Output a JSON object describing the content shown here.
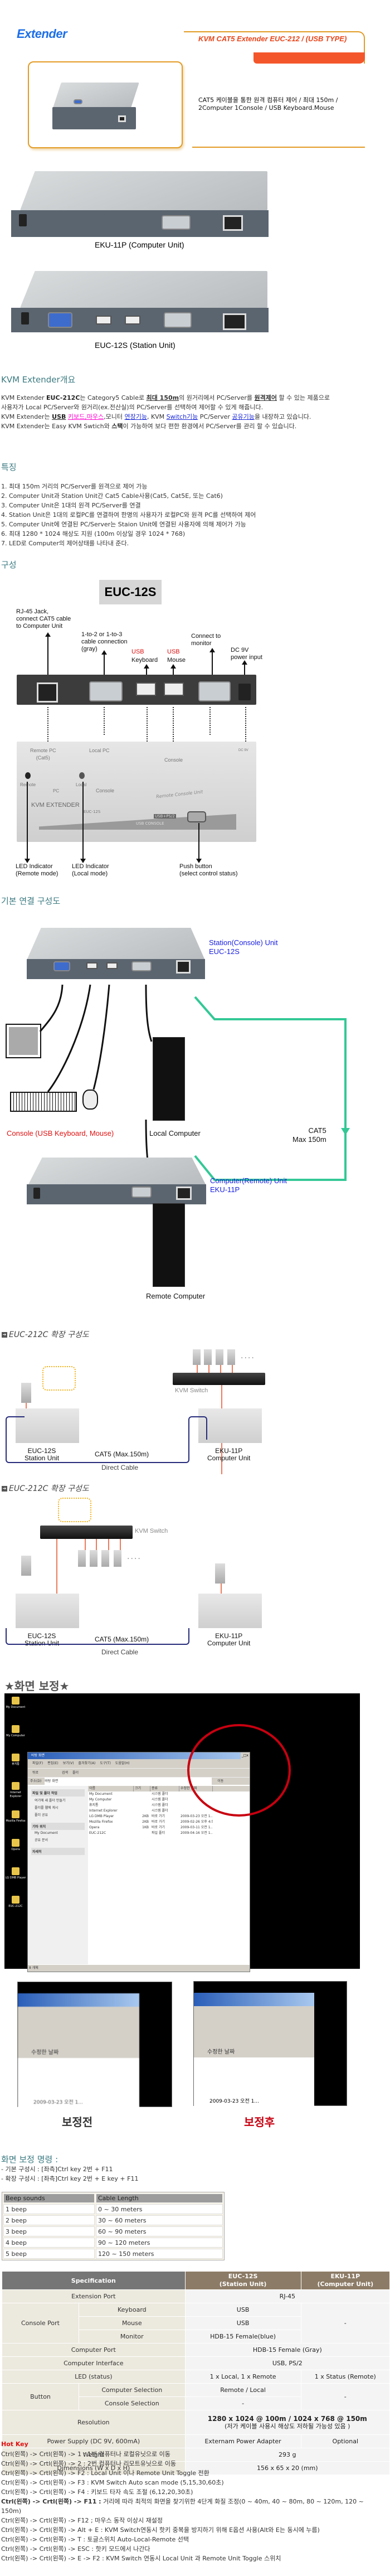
{
  "header": {
    "brand": "Extender",
    "product_title": "KVM CAT5 Extender EUC-212 / (USB TYPE)",
    "tagline_line1": "CAT5 케이블을 통한 원격 컴퓨터 제어 / 최대 150m /",
    "tagline_line2": "2Computer  1Console / USB Keyboard.Mouse"
  },
  "products": {
    "computer_unit_caption": "EKU-11P (Computer Unit)",
    "station_unit_caption": "EUC-12S (Station Unit)"
  },
  "overview": {
    "title": "KVM Extender개요",
    "p1_a": "KVM Extender ",
    "p1_model": "EUC-212C",
    "p1_b": "는 Category5 Cable로 ",
    "p1_dist": "최대 150m",
    "p1_c": "의 원거리에서 PC/Server를 ",
    "p1_remote": "원격제어",
    "p1_d": " 할 수 있는 제품으로",
    "p2": "사용자가 Local PC/Server와 원거리(ex.전산실)의 PC/Server를 선택하여 제어할 수 있게 해줍니다.",
    "p3_a": "KVM Extender는 ",
    "p3_usb": "USB",
    "p3_kbm": "키보드,마우스",
    "p3_b": ",모니터 ",
    "p3_ext": "연장기능",
    "p3_c": ", KVM ",
    "p3_sw": "Switch기능",
    "p3_d": " PC/Server ",
    "p3_share": "공유기능",
    "p3_e": "을 내장하고 있습니다.",
    "p4_a": "KVM Extender는 Easy KVM Swtich와 ",
    "p4_stack": "스택",
    "p4_b": "이 가능하여 보다 편한 환경에서 PC/Server를 관리 할 수 있습니다."
  },
  "features": {
    "title": "특징",
    "items": [
      "1. 최대 150m 거리의 PC/Server를 원격으로 제어 가능",
      "2. Computer Unit과 Station Unit간 Cat5 Cable사용(Cat5, Cat5E, 또는 Cat6)",
      "3. Computer Unit은 1대의 원격 PC/Server를 연결",
      "4. Station Unit은 1대의 로컬PC를 연결하여 한명의 사용자가 로컬PC와 원격 PC를 선택하여 제어",
      "5. Computer Unit에 연결된 PC/Server는 Staion Unit에 연결된 사용자에 의해 제어가 가능",
      "6. 최대 1280 * 1024 해상도 지원 (100m 이상일 경우 1024 * 768)",
      "7. LED로 Computer의 제어상태를 나타내 준다."
    ]
  },
  "composition": {
    "title": "구성",
    "model_label": "EUC-12S",
    "rj45": "RJ-45 Jack,\nconnect CAT5 cable\nto Computer Unit",
    "cable_conn": "1-to-2 or 1-to-3\ncable connection\n(gray)",
    "usb_kb_usb": "USB",
    "usb_kb": "Keyboard",
    "usb_ms_usb": "USB",
    "usb_ms": "Mouse",
    "monitor": "Connect to\nmonitor",
    "dc": "DC 9V\npower input",
    "panel_remote_pc": "Remote PC\n(Cat5)",
    "panel_local_pc": "Local PC",
    "panel_console": "Console",
    "panel_dc": "DC 9V",
    "panel_led_remote": "Remote",
    "panel_led_local": "Local",
    "panel_pc": "PC",
    "panel_console2": "Console",
    "panel_brand": "KVM EXTENDER",
    "panel_model": "EUC-12S",
    "panel_unit": "Remote Console Unit",
    "panel_usb": "USB+PS/2",
    "panel_usbc": "USB CONSOLE",
    "led_remote": "LED Indicator\n(Remote mode)",
    "led_local": "LED Indicator\n(Local mode)",
    "push": "Push button\n(select control status)"
  },
  "basic_diagram": {
    "title": "기본 연결 구성도",
    "station_label": "Station(Console) Unit\nEUC-12S",
    "console_label": "Console (USB Keyboard, Mouse)",
    "local_label": "Local Computer",
    "cat5_label": "CAT5\nMax 150m",
    "computer_label": "Computer(Remote) Unit\nEKU-11P",
    "remote_label": "Remote Computer",
    "cable_color": "#33c896"
  },
  "ext_diagram_1": {
    "title": "EUC-212C 확장 구성도",
    "switch_label": "KVM Switch",
    "station_label": "EUC-12S\nStation Unit",
    "computer_label": "EKU-11P\nComputer Unit",
    "cable_label": "CAT5 (Max.150m)",
    "direct_label": "Direct Cable",
    "dots": "....",
    "cable_color": "#262b7a",
    "link_color": "#ec7a5c"
  },
  "ext_diagram_2": {
    "title": "EUC-212C 확장 구성도",
    "switch_label": "KVM Switch",
    "station_label": "EUC-12S\nStation Unit",
    "computer_label": "EKU-11P\nComputer Unit",
    "cable_label": "CAT5 (Max.150m)",
    "direct_label": "Direct Cable",
    "dots": "...."
  },
  "calibration": {
    "title": "★화면 보정★",
    "desktop_icons": [
      "My Document",
      "My Computer",
      "휴지통",
      "Internet Explorer",
      "Mozilla Firefox",
      "Opera",
      "LG DMB Player",
      "EUC-212C"
    ],
    "window_title": "바탕 화면",
    "menu": [
      "파일(F)",
      "편집(E)",
      "보기(V)",
      "즐겨찾기(A)",
      "도구(T)",
      "도움말(H)"
    ],
    "toolbar": [
      "뒤로",
      "검색",
      "폴더"
    ],
    "address_label": "주소(D)",
    "address_value": "바탕 화면",
    "go_label": "이동",
    "tasks_title": "파일 및 폴더 작업",
    "tasks": [
      "여기에 새 폴더 만들기",
      "폴더를 웹에 게시",
      "폴더 공유"
    ],
    "other_title": "기타 위치",
    "other": [
      "My Document",
      "공유 문서"
    ],
    "details_title": "자세히",
    "columns": [
      "이름",
      "크기",
      "종류",
      "수정한 날짜"
    ],
    "files": [
      {
        "name": "My Document",
        "size": "",
        "type": "시스템 폴더",
        "date": ""
      },
      {
        "name": "My Computer",
        "size": "",
        "type": "시스템 폴더",
        "date": ""
      },
      {
        "name": "휴지통",
        "size": "",
        "type": "시스템 폴더",
        "date": ""
      },
      {
        "name": "Internet Explorer",
        "size": "",
        "type": "시스템 폴더",
        "date": ""
      },
      {
        "name": "LG DMB Player",
        "size": "2KB",
        "type": "바로 가기",
        "date": "2009-03-23 오전 1..."
      },
      {
        "name": "Mozilla Firefox",
        "size": "2KB",
        "type": "바로 가기",
        "date": "2009-02-26 오후 4:53"
      },
      {
        "name": "Opera",
        "size": "1KB",
        "type": "바로 가기",
        "date": "2009-03-11 오전 1..."
      },
      {
        "name": "EUC-212C",
        "size": "",
        "type": "파일 폴더",
        "date": "2009-04-16 오전 1..."
      }
    ],
    "status": "8 개체",
    "crop_col": "수정한 날짜",
    "crop_date": "2009-03-23 오전 1...",
    "before_label": "보정전",
    "after_label": "보정후"
  },
  "commands": {
    "title": "화면 보정 명령 :",
    "line1": "- 기본 구성시 : [좌측]Ctrl key 2번 + F11",
    "line2": "- 확장 구성시 : [좌측]Ctrl key 2번 + E key + F11"
  },
  "beep_table": {
    "headers": [
      "Beep sounds",
      "Cable Length"
    ],
    "rows": [
      [
        "1 beep",
        "0 ~ 30 meters"
      ],
      [
        "2 beep",
        "30 ~ 60 meters"
      ],
      [
        "3 beep",
        "60 ~ 90 meters"
      ],
      [
        "4 beep",
        "90 ~ 120 meters"
      ],
      [
        "5 beep",
        "120 ~ 150 meters"
      ]
    ]
  },
  "spec_table": {
    "h_spec": "Specification",
    "h_station": "EUC-12S\n(Station Unit)",
    "h_computer": "EKU-11P\n(Computer Unit)",
    "ext_port": "Extension Port",
    "ext_port_val": "RJ-45",
    "console_port": "Console Port",
    "keyboard": "Keyboard",
    "keyboard_val": "USB",
    "mouse": "Mouse",
    "mouse_val": "USB",
    "monitor": "Monitor",
    "monitor_val": "HDB-15 Female(blue)",
    "console_computer_val": "-",
    "computer_port": "Computer Port",
    "computer_port_val": "HDB-15 Female (Gray)",
    "computer_interface": "Computer Interface",
    "computer_interface_val": "USB, PS/2",
    "led": "LED (status)",
    "led_station": "1 x Local, 1 x Remote",
    "led_computer": "1 x Status (Remote)",
    "button": "Button",
    "comp_sel": "Computer Selection",
    "comp_sel_val": "Remote / Local",
    "cons_sel": "Console Selection",
    "cons_sel_val": "-",
    "button_computer_val": "-",
    "resolution": "Resolution",
    "resolution_val": "1280 x 1024 @ 100m / 1024 x 768 @ 150m",
    "resolution_note": "(저가 케이블 사용시 해상도 저하될 가능성 있음 )",
    "power": "Power Supply (DC 9V, 600mA)",
    "power_station": "Externam Power Adapter",
    "power_computer": "Optional",
    "weight": "Weight",
    "weight_val": "293 g",
    "dimensions": "Dimensions (W x D x H)",
    "dimensions_val": "156 x 65 x 20 (mm)"
  },
  "hotkeys": {
    "title": "Hot Key",
    "lines": [
      "Ctrl(왼쪽) -> Crtl(왼쪽) -> 1 : 1번 컴퓨터나 로컬유닛으로 이동",
      "Ctrl(왼쪽) -> Crtl(왼쪽) -> 2 : 2번 컴퓨터나 리모트유닛으로 이동",
      "Ctrl(왼쪽) -> Crtl(왼쪽) -> F2 : Local Unit 이나 Remote Unit Toggle 전환",
      "Ctrl(왼쪽) -> Crtl(왼쪽) -> F3 : KVM Switch Auto scan mode (5,15,30,60초)",
      "Ctrl(왼쪽) -> Crtl(왼쪽) -> F4 : 키보드 타자 속도 조절 (6,12,20,30초)"
    ],
    "f11_bold": "Ctrl(왼쪽) -> Crtl(왼쪽) -> F11 :",
    "f11_text": " 거리에 따라 최적의 화면을 찾기위한 4단계 화질 조정(0 ~ 40m, 40 ~ 80m, 80 ~ 120m, 120 ~ 150m)",
    "more": [
      "Ctrl(왼쪽) -> Crtl(왼쪽) -> F12 ; 마우스 동작 이상시 재설정",
      "Ctrl(왼쪽) -> Crtl(왼쪽) -> Alt + E : KVM Switch연동시 핫키 중복을 방지하기 위해 E옵션 사용(Alt와 E는 동시에 누름)",
      "Ctrl(왼쪽) -> Crtl(왼쪽) -> T : 토글스위치 Auto-Local-Remote 선택",
      "Ctrl(왼쪽) -> Crtl(왼쪽) -> ESC : 핫키 모드에서 나간다",
      "Ctrl(왼쪽) -> Crtl(왼쪽) -> E -> F2 : KVM Switch 연동시 Local Unit 과 Remote Unit Toggle 스위치"
    ]
  }
}
